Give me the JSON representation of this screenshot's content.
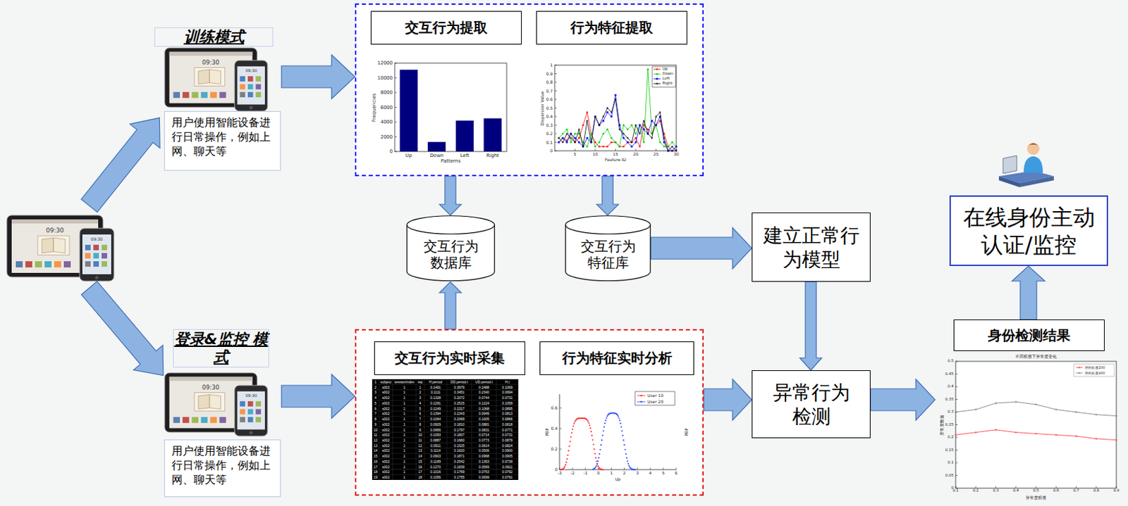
{
  "diagram": {
    "nodes": [
      {
        "text": [
          "训练模式",
          "用户使用智能设备进行日常操作，例如上网、聊天等"
        ]
      },
      {
        "text": [
          "登录&监控 模式",
          "用户使用智能设备进行日常操作，例如上网、聊天等"
        ]
      },
      {
        "text": []
      },
      {
        "text": [
          "交互行为提取"
        ],
        "in": 2
      },
      {
        "text": [
          "行为特征提取"
        ],
        "in": 2
      },
      {
        "text": [
          "交互行为数据库"
        ]
      },
      {
        "text": [
          "交互行为特征库"
        ]
      },
      {
        "text": [
          "建立正常行为模型"
        ]
      },
      {
        "text": []
      },
      {
        "text": [
          "交互行为实时采集"
        ],
        "in": 8
      },
      {
        "text": [
          "行为特征实时分析"
        ],
        "in": 8
      },
      {
        "text": [
          "异常行为检测"
        ]
      },
      {
        "text": [
          "身份检测结果"
        ]
      },
      {
        "text": [
          "在线身份主动认证/监控"
        ]
      }
    ],
    "edges": [
      {
        "from": 0,
        "to": 2,
        "arrow": "to"
      },
      {
        "from": 1,
        "to": 8,
        "arrow": "to"
      },
      {
        "from": 2,
        "to": 5,
        "arrow": "to"
      },
      {
        "from": 2,
        "to": 6,
        "arrow": "to"
      },
      {
        "from": 8,
        "to": 5,
        "arrow": "to"
      },
      {
        "from": 6,
        "to": 7,
        "arrow": "to"
      },
      {
        "from": 7,
        "to": 11,
        "arrow": "to"
      },
      {
        "from": 8,
        "to": 11,
        "arrow": "to"
      },
      {
        "from": 11,
        "to": 12,
        "arrow": "to"
      },
      {
        "from": 12,
        "to": 13,
        "arrow": "to"
      }
    ],
    "labels": [
      "09:30",
      "09:30",
      "09:30",
      "09:30",
      "09:30",
      "09:30",
      "12000",
      "10000",
      "8000",
      "6000",
      "4000",
      "2000",
      "0",
      "Up",
      "Down",
      "Left",
      "Right",
      "Patterns",
      "Frequencies",
      "1",
      "0.9",
      "0.8",
      "0.7",
      "0.6",
      "0.5",
      "0.4",
      "0.3",
      "0.2",
      "0.1",
      "0",
      "5",
      "10",
      "15",
      "20",
      "25",
      "30",
      "Feature ID",
      "Dispersion Value",
      "1",
      "subject",
      "sessionIndex",
      "rep",
      "H.period",
      "DD.period.t",
      "UD.period.t",
      "H.t",
      "2",
      "s002",
      "1",
      "1",
      "0.1491",
      "0.3979",
      "0.2488",
      "0.1069",
      "3",
      "s002",
      "1",
      "2",
      "0.1111",
      "0.3451",
      "0.2340",
      "0.0694",
      "4",
      "s002",
      "1",
      "3",
      "0.1328",
      "0.2072",
      "0.0744",
      "0.0731",
      "5",
      "s002",
      "1",
      "4",
      "0.1291",
      "0.2515",
      "0.1224",
      "0.1059",
      "6",
      "s002",
      "1",
      "5",
      "0.1249",
      "0.2317",
      "0.1068",
      "0.0895",
      "7",
      "s002",
      "1",
      "6",
      "0.1394",
      "0.2343",
      "0.0949",
      "0.0813",
      "8",
      "s002",
      "1",
      "7",
      "0.1064",
      "0.2069",
      "0.1005",
      "0.0866",
      "9",
      "s002",
      "1",
      "8",
      "0.0929",
      "0.1810",
      "0.0881",
      "0.0818",
      "10",
      "s002",
      "1",
      "9",
      "0.0966",
      "0.1797",
      "0.0831",
      "0.0771",
      "11",
      "s002",
      "1",
      "10",
      "0.1093",
      "0.1807",
      "0.0714",
      "0.0731",
      "12",
      "s002",
      "1",
      "11",
      "0.0887",
      "0.1660",
      "0.0773",
      "0.0879",
      "13",
      "s002",
      "1",
      "12",
      "0.0911",
      "0.1525",
      "0.0614",
      "0.0824",
      "14",
      "s002",
      "1",
      "13",
      "0.1114",
      "0.1620",
      "0.0506",
      "0.0900",
      "15",
      "s002",
      "1",
      "14",
      "0.0903",
      "0.1871",
      "0.0968",
      "0.0905",
      "16",
      "s002",
      "1",
      "15",
      "0.1189",
      "0.2542",
      "0.1353",
      "0.0739",
      "17",
      "s002",
      "1",
      "16",
      "0.1270",
      "0.1839",
      "0.0569",
      "0.0911",
      "18",
      "s002",
      "1",
      "17",
      "0.1016",
      "0.1769",
      "0.0753",
      "0.0792",
      "19",
      "s002",
      "1",
      "18",
      "0.1056",
      "0.1755",
      "0.0699",
      "0.0791",
      "0.6",
      "0.4",
      "0.2",
      "0",
      "-3",
      "-2",
      "-1",
      "0",
      "1",
      "2",
      "3",
      "4",
      "5",
      "6",
      "Up",
      "PDF",
      "PDF",
      "不同权值下异常度变化",
      "0.5",
      "0.45",
      "0.4",
      "0.35",
      "0.3",
      "0.25",
      "0.2",
      "0.15",
      "0.1",
      "0.05",
      "0",
      "0.1",
      "0.2",
      "0.3",
      "0.4",
      "0.5",
      "0.6",
      "0.7",
      "0.8",
      "0.9",
      "异常度数值",
      "异常度权值"
    ],
    "legend": [
      {
        "text": "Up"
      },
      {
        "text": "Down"
      },
      {
        "text": "Left"
      },
      {
        "text": "Right"
      },
      {
        "text": "User 10"
      },
      {
        "text": "User 20"
      },
      {
        "text": "序列长度200"
      },
      {
        "text": "序列长度400"
      }
    ]
  }
}
